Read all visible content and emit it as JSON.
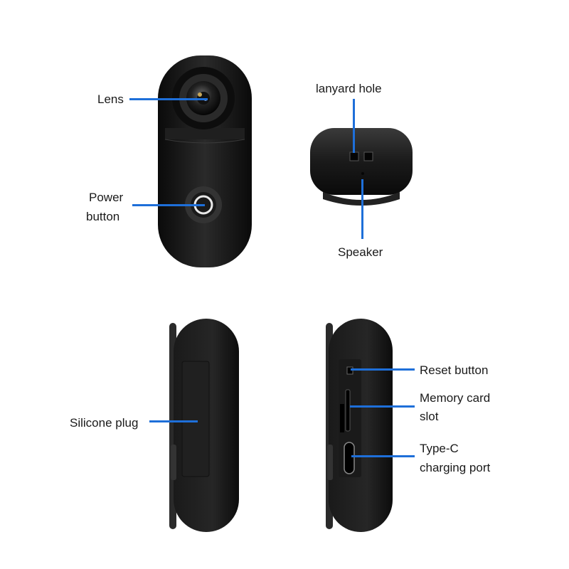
{
  "labels": {
    "lens": "Lens",
    "power_line1": "Power",
    "power_line2": "button",
    "lanyard": "lanyard hole",
    "speaker": "Speaker",
    "silicone": "Silicone plug",
    "reset": "Reset button",
    "memory_line1": "Memory card",
    "memory_line2": "slot",
    "typec_line1": "Type-C",
    "typec_line2": "charging port"
  },
  "colors": {
    "callout": "#1e6fd9",
    "body": "#141414"
  }
}
